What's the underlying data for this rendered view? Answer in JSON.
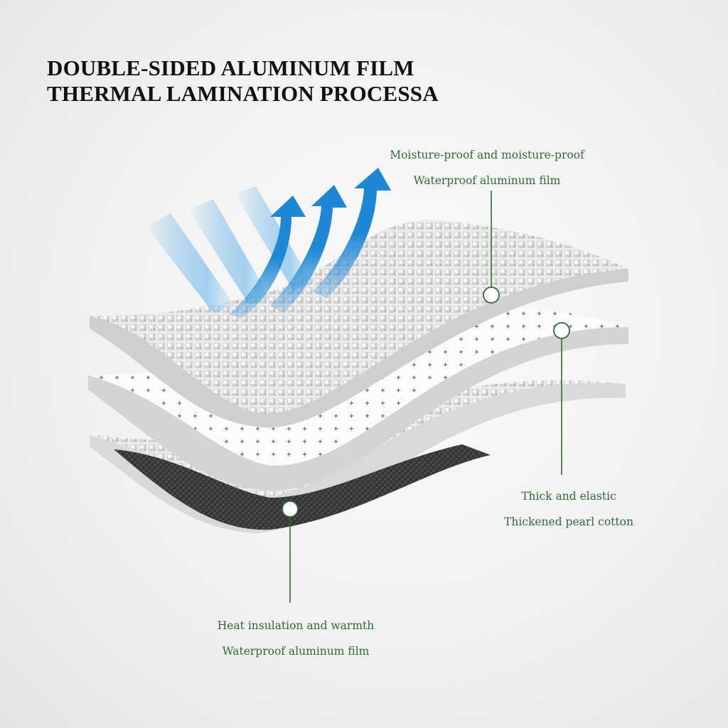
{
  "title": {
    "line1": "DOUBLE-SIDED ALUMINUM FILM",
    "line2": "THERMAL LAMINATION PROCESSA"
  },
  "callouts": {
    "top": {
      "line1": "Moisture-proof and moisture-proof",
      "line2": "Waterproof aluminum film"
    },
    "middle": {
      "line1": "Thick and elastic",
      "line2": "Thickened pearl cotton"
    },
    "bottom": {
      "line1": "Heat insulation and warmth",
      "line2": "Waterproof aluminum film"
    }
  },
  "colors": {
    "label_green": "#2f6b35",
    "arrow_blue": "#1e88d6"
  }
}
